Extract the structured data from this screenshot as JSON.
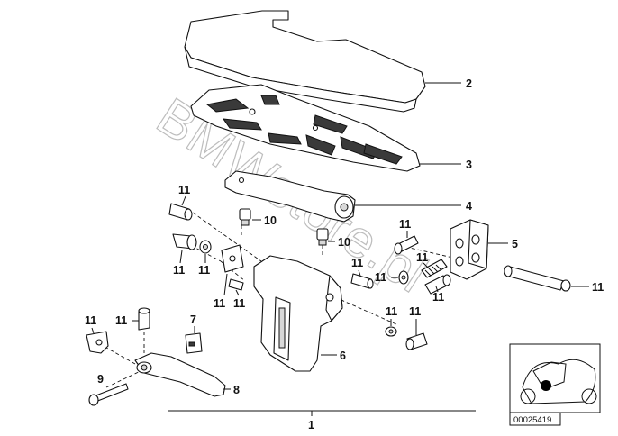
{
  "watermark": "BMWstore.pl",
  "catalog_code": "00025419",
  "callouts": {
    "n1": "1",
    "n2": "2",
    "n3": "3",
    "n4": "4",
    "n5": "5",
    "n6": "6",
    "n7": "7",
    "n8": "8",
    "n9": "9",
    "n10": "10",
    "n11": "11"
  }
}
